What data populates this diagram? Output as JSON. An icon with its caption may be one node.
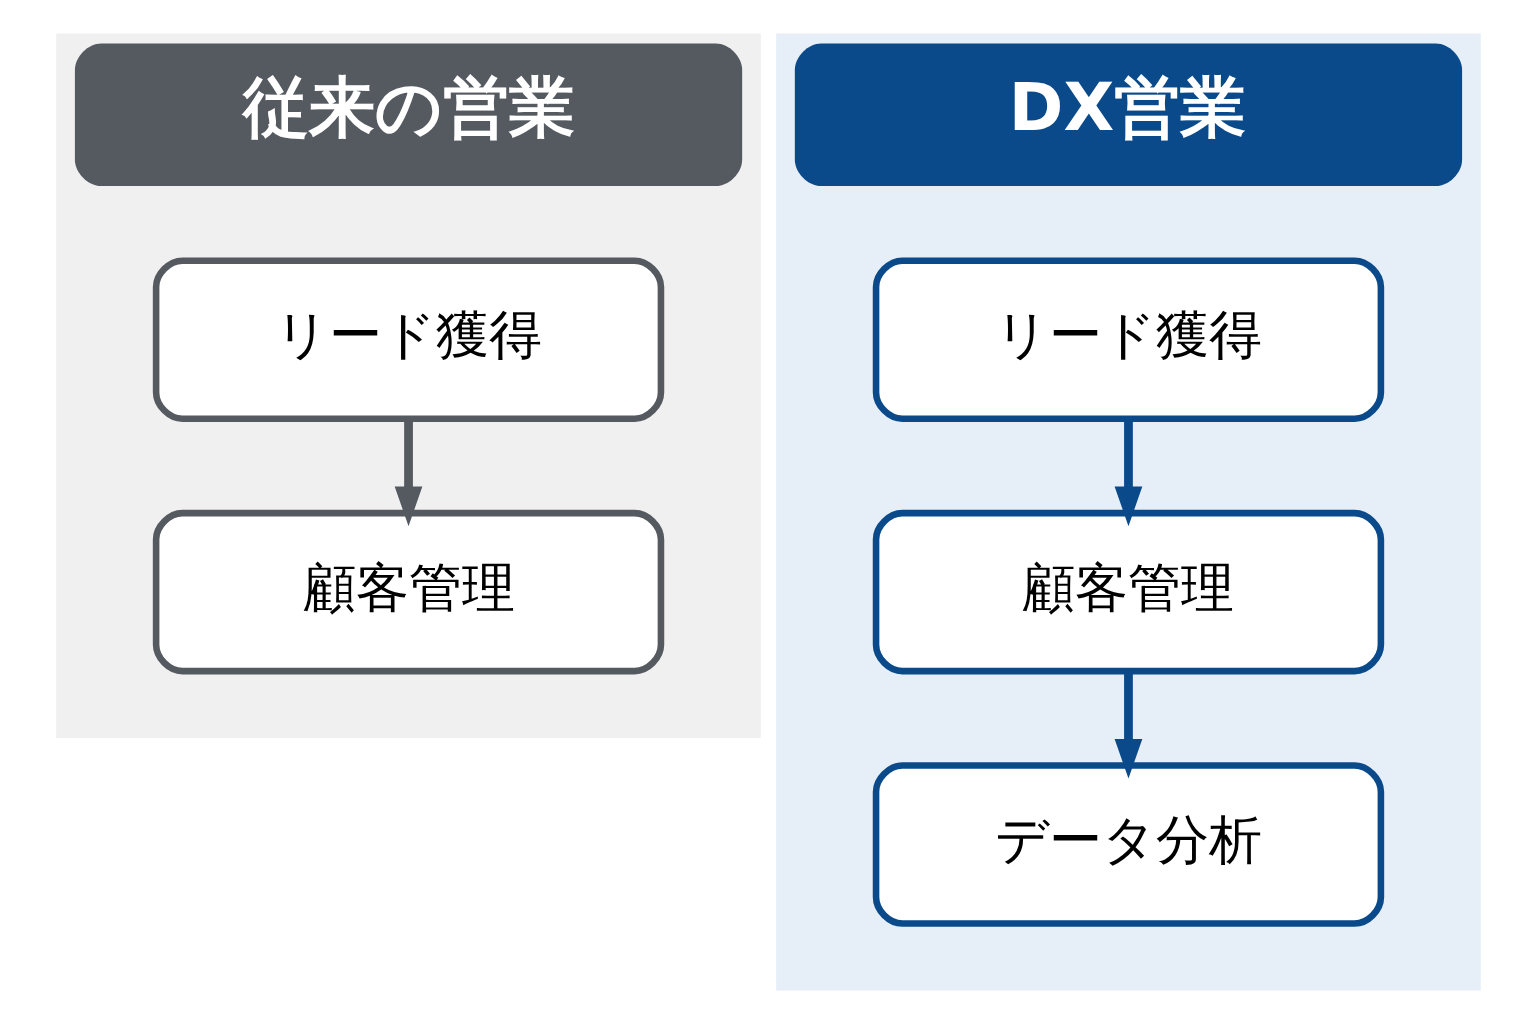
{
  "diagram": {
    "nodes": [
      {
        "text": [
          "従来の営業"
        ]
      },
      {
        "text": [
          "リード獲得"
        ],
        "in": 0
      },
      {
        "text": [
          "顧客管理"
        ],
        "in": 0
      },
      {
        "text": [
          "DX営業"
        ]
      },
      {
        "text": [
          "リード獲得"
        ],
        "in": 3
      },
      {
        "text": [
          "顧客管理"
        ],
        "in": 3
      },
      {
        "text": [
          "データ分析"
        ],
        "in": 3
      }
    ],
    "edges": [
      {
        "from": 1,
        "to": 2,
        "arrow": "to",
        "color": "#555a60"
      },
      {
        "from": 4,
        "to": 5,
        "arrow": "to"
      },
      {
        "from": 5,
        "to": 6,
        "arrow": "to"
      }
    ]
  }
}
